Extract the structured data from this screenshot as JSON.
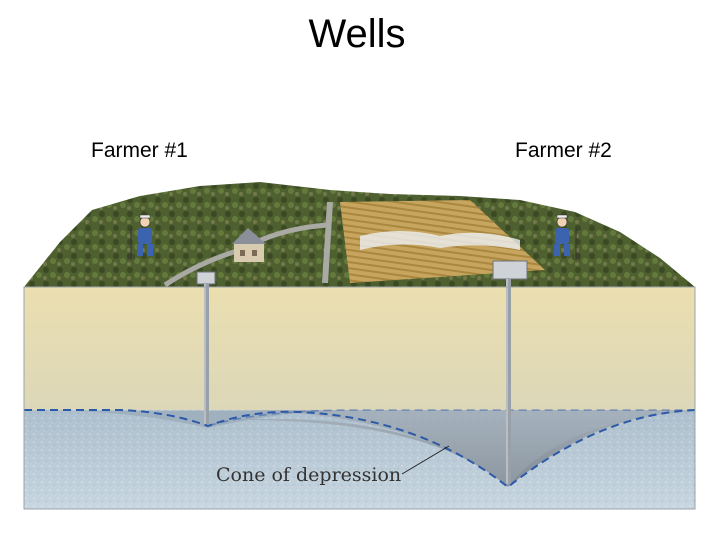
{
  "title": "Wells",
  "farmers": [
    {
      "label": "Farmer #1"
    },
    {
      "label": "Farmer #2"
    }
  ],
  "annotation": "Cone of depression",
  "colors": {
    "ground_surface": "#4a5a2c",
    "sand": "#e7dcae",
    "saturated_zone": "#b9c9d4",
    "water_table_line": "#2d5aa8",
    "field": "#c6a45c"
  }
}
